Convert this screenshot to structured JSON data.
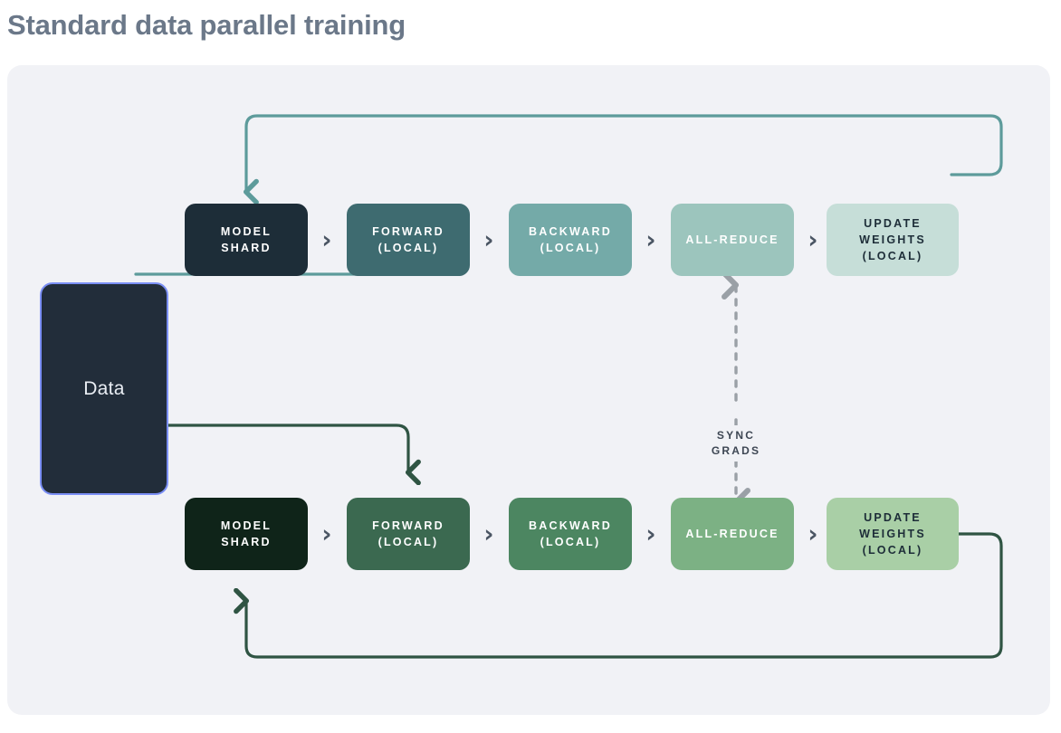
{
  "page": {
    "title": "Standard data parallel training",
    "title_color": "#6b7889",
    "canvas_bg": "#f1f2f6",
    "page_bg": "#ffffff"
  },
  "data_node": {
    "label": "Data",
    "fill": "#222d3a",
    "border": "#7b8ff5",
    "text_color": "#e9edf3"
  },
  "separator": {
    "glyph": "›",
    "color": "#4a5563",
    "name": "chevron-right-icon"
  },
  "sync": {
    "label_line1": "SYNC",
    "label_line2": "GRADS",
    "color": "#3d4653",
    "line_color": "#9aa0a6",
    "style": "dashed-double-arrow"
  },
  "rows": [
    {
      "id": "worker-0",
      "accent": "#5d9b9b",
      "loop_color": "#5d9b9b",
      "feed_color": "#5d9b9b",
      "stages": [
        {
          "label_line1": "MODEL",
          "label_line2": "SHARD",
          "label_line3": "",
          "fill": "#1d2d38",
          "text_color": "#ffffff"
        },
        {
          "label_line1": "FORWARD",
          "label_line2": "(LOCAL)",
          "label_line3": "",
          "fill": "#3e6b70",
          "text_color": "#ffffff"
        },
        {
          "label_line1": "BACKWARD",
          "label_line2": "(LOCAL)",
          "label_line3": "",
          "fill": "#74aaa8",
          "text_color": "#ffffff"
        },
        {
          "label_line1": "ALL-REDUCE",
          "label_line2": "",
          "label_line3": "",
          "fill": "#9cc5bd",
          "text_color": "#ffffff"
        },
        {
          "label_line1": "UPDATE",
          "label_line2": "WEIGHTS",
          "label_line3": "(LOCAL)",
          "fill": "#c6ded8",
          "text_color": "#1d2d38"
        }
      ]
    },
    {
      "id": "worker-1",
      "accent": "#2f5443",
      "loop_color": "#2f5443",
      "feed_color": "#2f5443",
      "stages": [
        {
          "label_line1": "MODEL",
          "label_line2": "SHARD",
          "label_line3": "",
          "fill": "#0f2419",
          "text_color": "#ffffff"
        },
        {
          "label_line1": "FORWARD",
          "label_line2": "(LOCAL)",
          "label_line3": "",
          "fill": "#3b6950",
          "text_color": "#ffffff"
        },
        {
          "label_line1": "BACKWARD",
          "label_line2": "(LOCAL)",
          "label_line3": "",
          "fill": "#4c8661",
          "text_color": "#ffffff"
        },
        {
          "label_line1": "ALL-REDUCE",
          "label_line2": "",
          "label_line3": "",
          "fill": "#7cb184",
          "text_color": "#ffffff"
        },
        {
          "label_line1": "UPDATE",
          "label_line2": "WEIGHTS",
          "label_line3": "(LOCAL)",
          "fill": "#a9cfa6",
          "text_color": "#1d2d38"
        }
      ]
    }
  ]
}
